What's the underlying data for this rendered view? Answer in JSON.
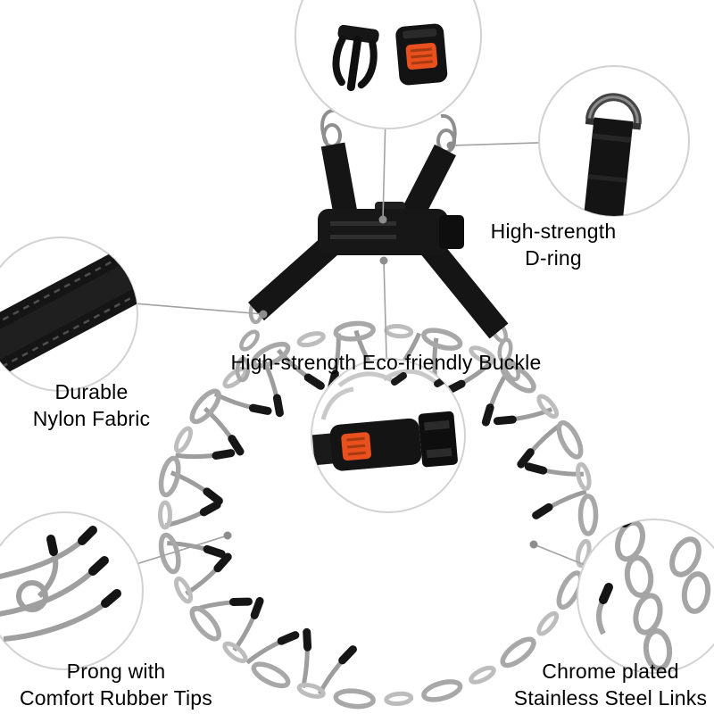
{
  "product": {
    "name": "prong training collar annotated product image",
    "background": "#ffffff"
  },
  "colors": {
    "text": "#000000",
    "callout_border": "#d2d2d2",
    "connector_line": "#a2a2a2",
    "connector_dot": "#8d8d8d",
    "strap_black": "#151515",
    "metal_silver": "#a8a8a8",
    "buckle_button_orange": "#e8501e"
  },
  "callouts": {
    "d_ring": {
      "lines": [
        "High-strength",
        "D-ring"
      ]
    },
    "nylon": {
      "lines": [
        "Durable",
        "Nylon Fabric"
      ]
    },
    "eco_buckle": {
      "label": "High-strength Eco-friendly Buckle"
    },
    "prong": {
      "lines": [
        "Prong with",
        "Comfort Rubber Tips"
      ]
    },
    "chain": {
      "lines": [
        "Chrome plated",
        "Stainless Steel Links"
      ]
    }
  }
}
